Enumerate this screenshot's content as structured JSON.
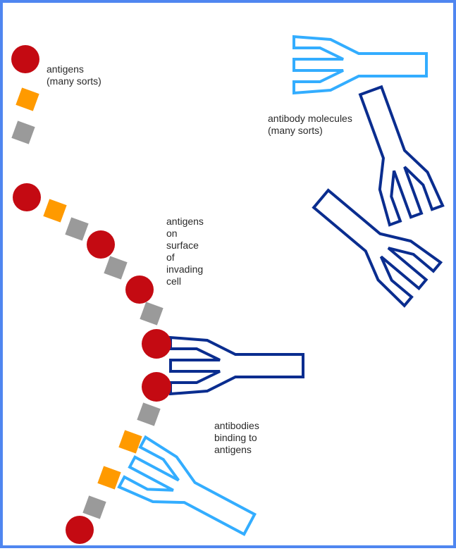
{
  "colors": {
    "border": "#4f86f0",
    "antigen_red": "#c40a12",
    "antigen_orange": "#ff9a00",
    "antigen_gray": "#9a9a9a",
    "antibody_dark": "#0a2d8f",
    "antibody_light": "#33adff"
  },
  "labels": {
    "antigens_types": [
      "antigens",
      "(many sorts)"
    ],
    "antibody_types": [
      "antibody molecules",
      "(many sorts)"
    ],
    "surface_antigens": [
      "antigens",
      "on",
      "surface",
      "of",
      "invading",
      "cell"
    ],
    "binding": [
      "antibodies",
      "binding to",
      "antigens"
    ]
  }
}
